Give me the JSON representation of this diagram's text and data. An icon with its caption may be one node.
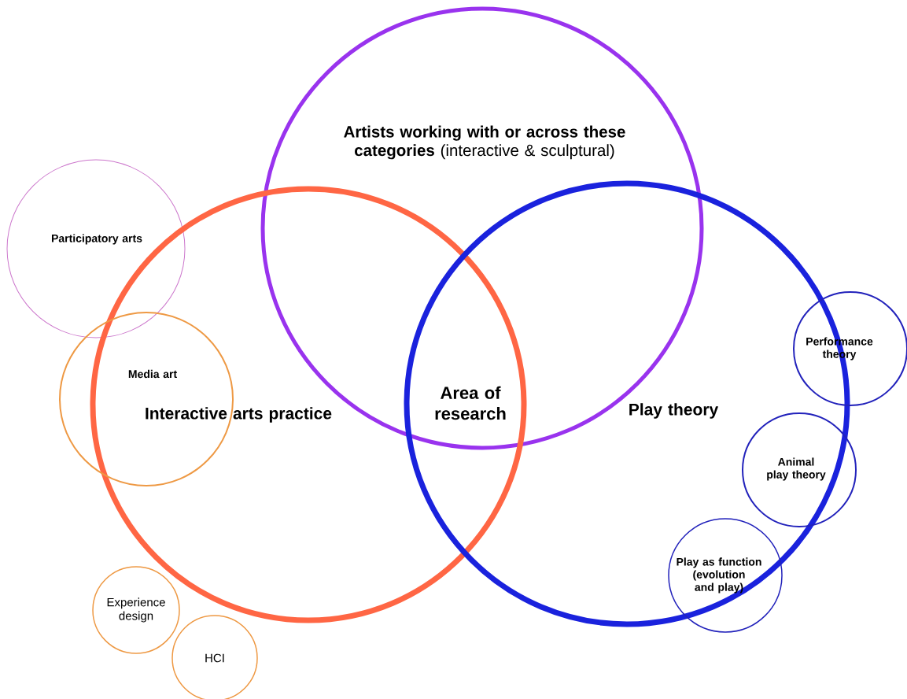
{
  "diagram": {
    "nodes": [
      {
        "text": [
          "**Artists working with or across these categories** (interactive & sculptural)"
        ]
      },
      {
        "text": [
          "Participatory arts"
        ]
      },
      {
        "text": [
          "Interactive arts practice"
        ]
      },
      {
        "text": [
          "Play theory"
        ]
      },
      {
        "text": [
          "Performance theory"
        ]
      },
      {
        "text": [
          "Media art"
        ]
      },
      {
        "text": [
          "Animal play theory"
        ]
      },
      {
        "text": [
          "Play as function (evolution and play)"
        ]
      },
      {
        "text": [
          "Experience design"
        ]
      },
      {
        "text": [
          "HCI"
        ]
      }
    ],
    "labels": [
      "Area of research"
    ]
  }
}
